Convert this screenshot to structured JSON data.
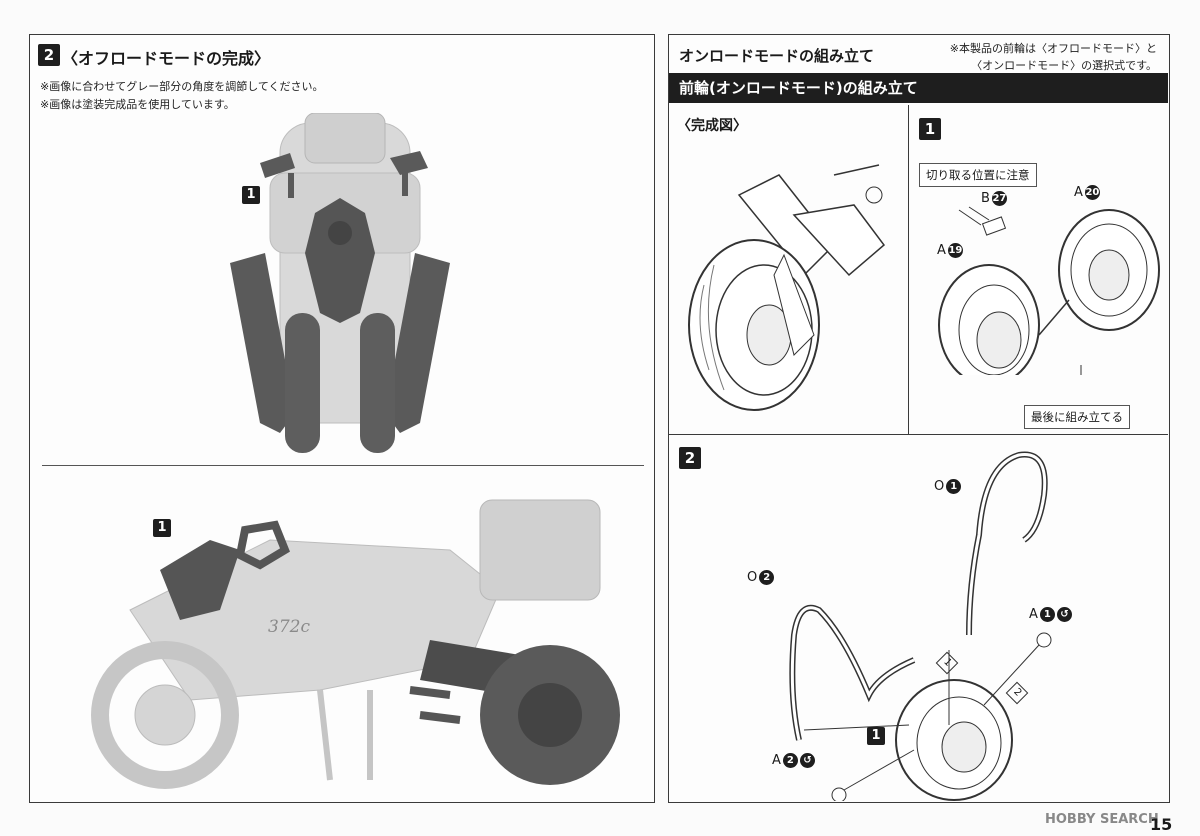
{
  "left_panel": {
    "step": "2",
    "title": "〈オフロードモードの完成〉",
    "notes": [
      "※画像に合わせてグレー部分の角度を調節してください。",
      "※画像は塗装完成品を使用しています。"
    ],
    "top_callout": "1",
    "bottom_callout": "1",
    "decal_text": "372c"
  },
  "right_panel": {
    "title": "オンロードモードの組み立て",
    "note_line1": "※本製品の前輪は〈オフロードモード〉と",
    "note_line2": "〈オンロードモード〉の選択式です。",
    "bar_title": "前輪(オンロードモード)の組み立て",
    "completed_title": "〈完成図〉",
    "step1": {
      "number": "1",
      "cut_note": "切り取る位置に注意",
      "part_b_letter": "B",
      "part_b_num": "27",
      "part_a20_letter": "A",
      "part_a20_num": "20",
      "part_a19_letter": "A",
      "part_a19_num": "19",
      "final_note": "最後に組み立てる"
    },
    "step2": {
      "number": "2",
      "o1_letter": "O",
      "o1_num": "1",
      "o2_letter": "O",
      "o2_num": "2",
      "a1_letter": "A",
      "a1_num": "1",
      "a2_letter": "A",
      "a2_num": "2",
      "sub_callout": "1",
      "order_1": "1",
      "order_2": "2"
    }
  },
  "watermark": "HOBBY SEARCH",
  "page_number": "15",
  "colors": {
    "dark": "#1e1e1e",
    "gray_part": "#5a5a5a",
    "ghost": "#c8c8c8"
  }
}
